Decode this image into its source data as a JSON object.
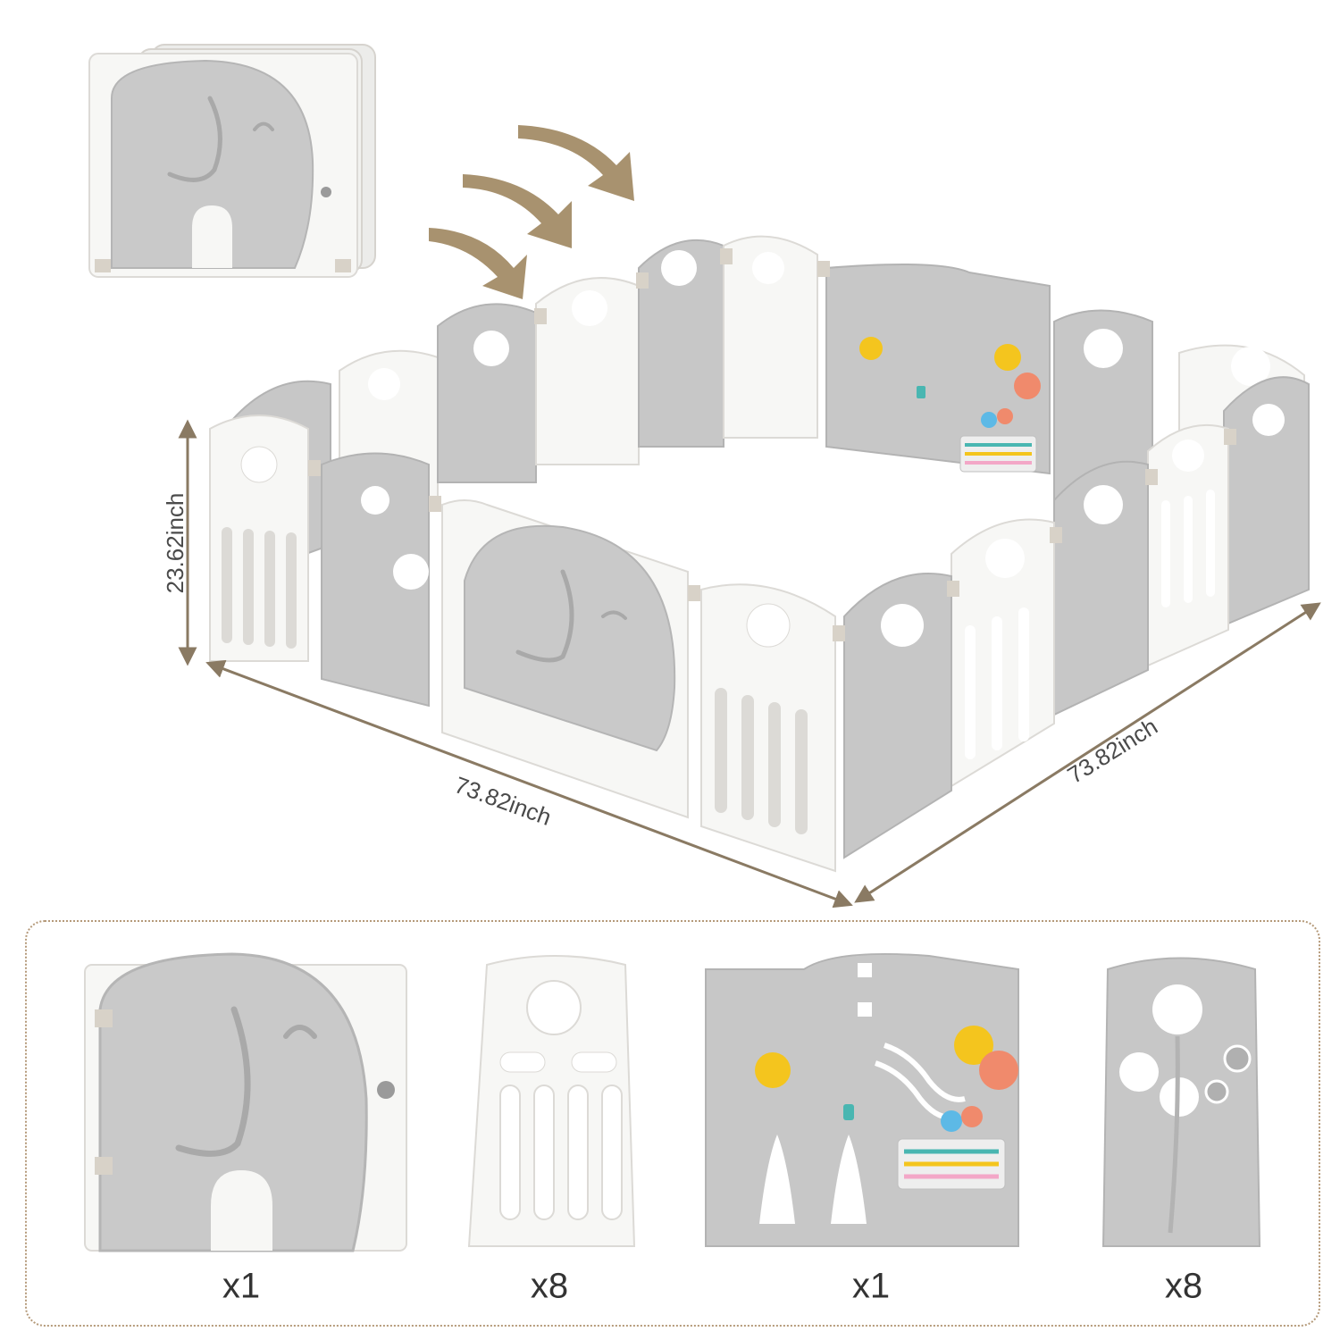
{
  "colors": {
    "white_panel": "#f7f7f5",
    "white_panel_edge": "#dcdad6",
    "gray_panel": "#c7c7c7",
    "gray_panel_dark": "#a9a9a9",
    "beige_connector": "#d8d2c8",
    "arrow": "#a8926f",
    "dimension_line": "#8a7a63",
    "accent_yellow": "#f4c51e",
    "accent_orange": "#f08a6c",
    "accent_teal": "#49b6b1",
    "accent_blue": "#5db9e6",
    "accent_pink": "#f3a7c7"
  },
  "dimensions": {
    "height": "23.62inch",
    "width": "73.82inch",
    "depth": "73.82inch"
  },
  "parts": [
    {
      "name": "elephant-gate-panel",
      "quantity": "x1"
    },
    {
      "name": "white-slat-panel",
      "quantity": "x8"
    },
    {
      "name": "activity-panel",
      "quantity": "x1"
    },
    {
      "name": "gray-circle-panel",
      "quantity": "x8"
    }
  ],
  "icons": [
    "arrow-icon",
    "folded-playpen",
    "assembled-playpen",
    "gear-toy",
    "abacus-toy"
  ]
}
